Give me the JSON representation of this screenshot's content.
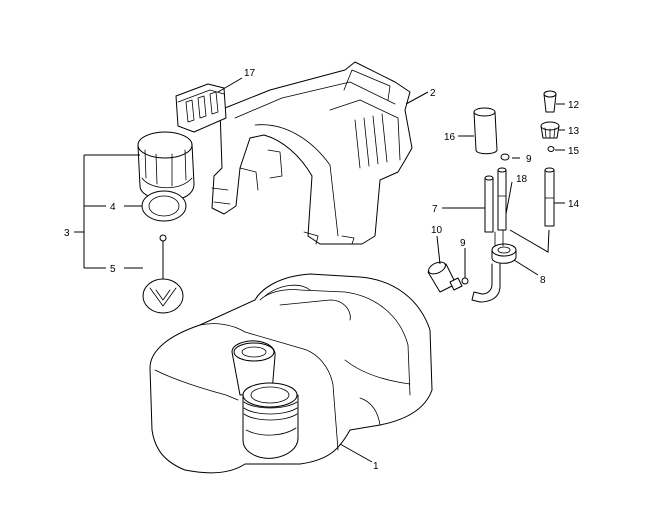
{
  "labels": [
    "1",
    "2",
    "3",
    "4",
    "5",
    "7",
    "8",
    "9",
    "9",
    "10",
    "12",
    "13",
    "14",
    "15",
    "16",
    "17",
    "18"
  ],
  "colors": {
    "ink": "#000000",
    "background": "#ffffff"
  }
}
